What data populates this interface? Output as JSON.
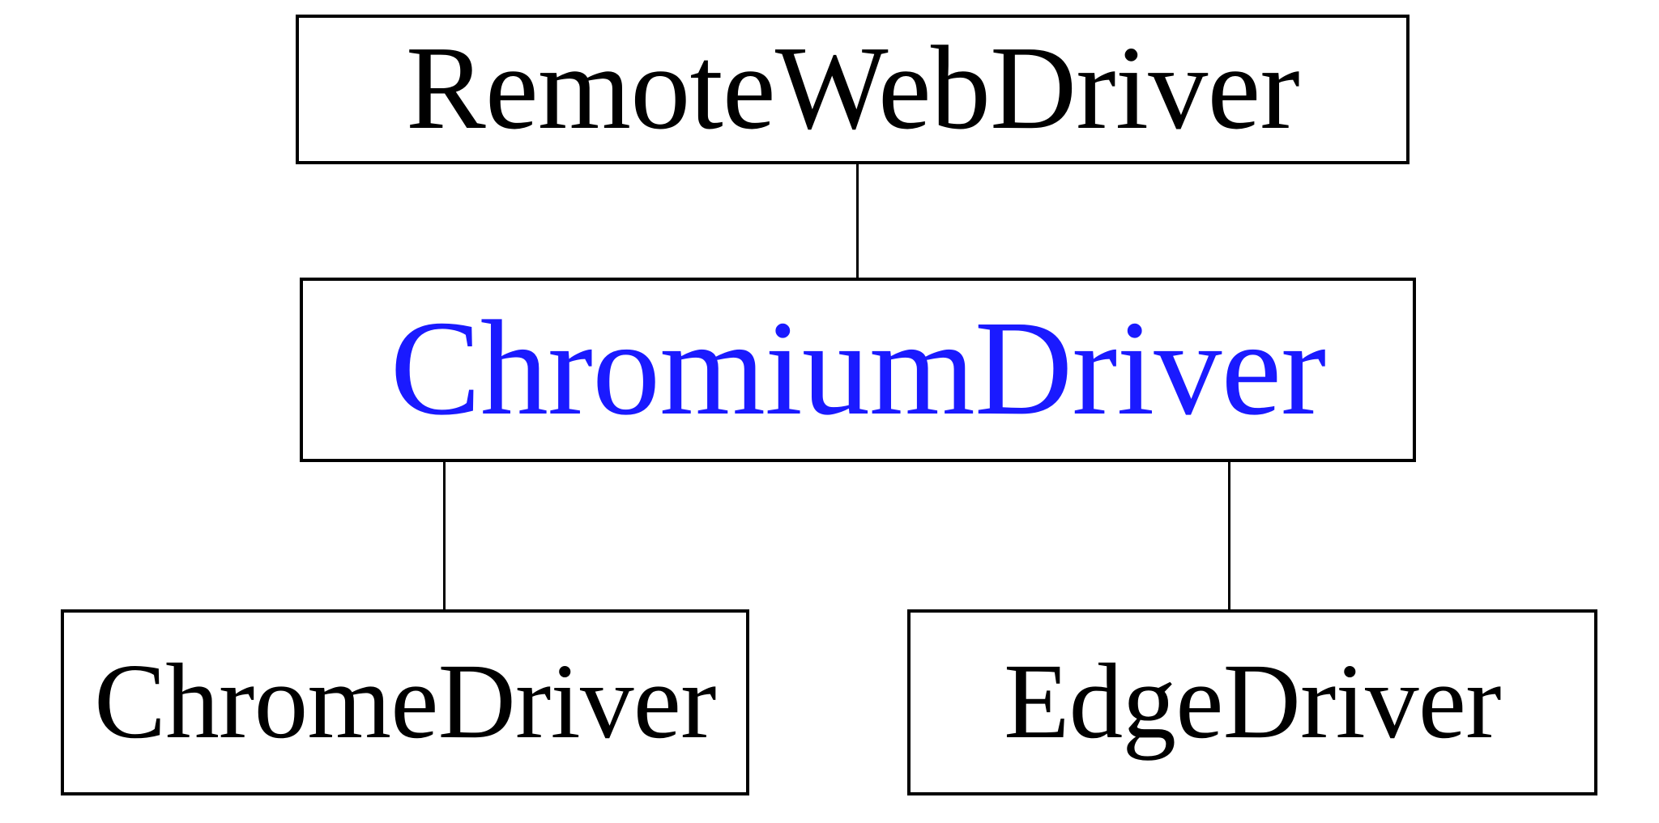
{
  "diagram": {
    "type": "class-inheritance-tree",
    "background_color": "#ffffff",
    "line_color": "#000000",
    "highlight_color": "#1a1aff",
    "nodes": [
      {
        "id": "remotewebdriver",
        "label": "RemoteWebDriver",
        "text_color": "#000000",
        "level": 0
      },
      {
        "id": "chromiumdriver",
        "label": "ChromiumDriver",
        "text_color": "#1a1aff",
        "level": 1
      },
      {
        "id": "chromedriver",
        "label": "ChromeDriver",
        "text_color": "#000000",
        "level": 2
      },
      {
        "id": "edgedriver",
        "label": "EdgeDriver",
        "text_color": "#000000",
        "level": 2
      }
    ],
    "edges": [
      {
        "from": "RemoteWebDriver",
        "to": "ChromiumDriver"
      },
      {
        "from": "ChromiumDriver",
        "to": "ChromeDriver"
      },
      {
        "from": "ChromiumDriver",
        "to": "EdgeDriver"
      }
    ]
  }
}
